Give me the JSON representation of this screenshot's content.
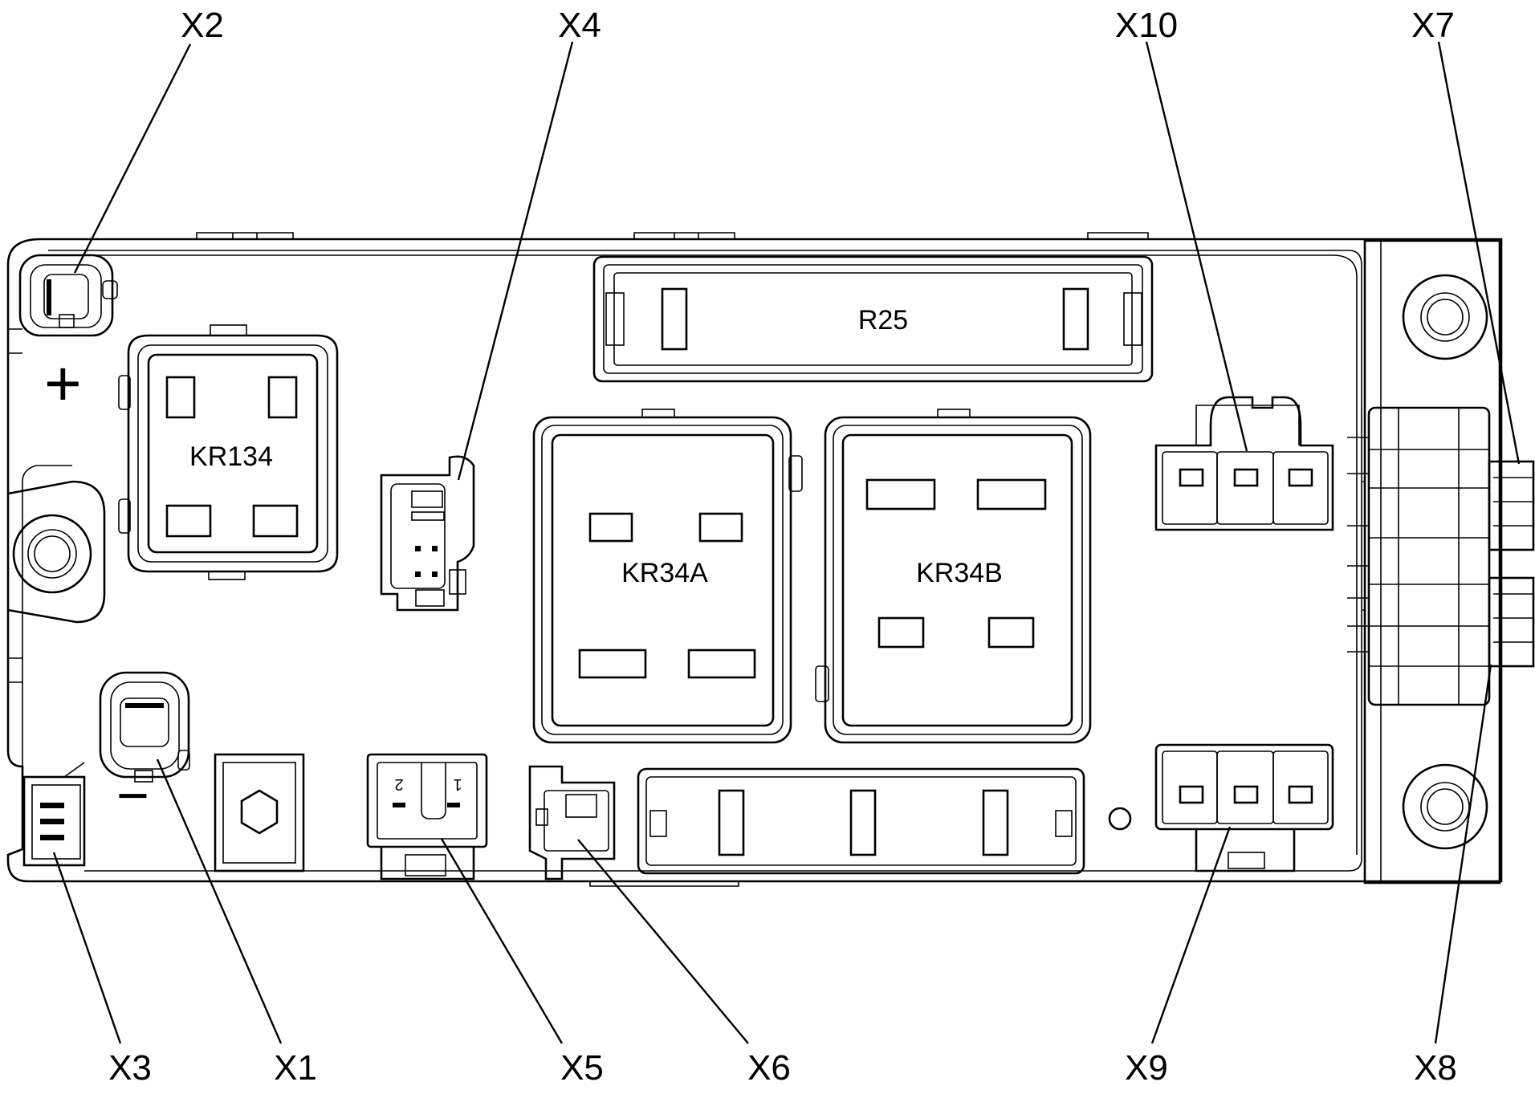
{
  "callouts": {
    "x1": "X1",
    "x2": "X2",
    "x3": "X3",
    "x4": "X4",
    "x5": "X5",
    "x6": "X6",
    "x7": "X7",
    "x8": "X8",
    "x9": "X9",
    "x10": "X10"
  },
  "components": {
    "r25": "R25",
    "kr134": "KR134",
    "kr34a": "KR34A",
    "kr34b": "KR34B"
  },
  "markings": {
    "plus": "+",
    "minus": "−",
    "x5_pin_2": "2",
    "x5_pin_1": "1"
  }
}
